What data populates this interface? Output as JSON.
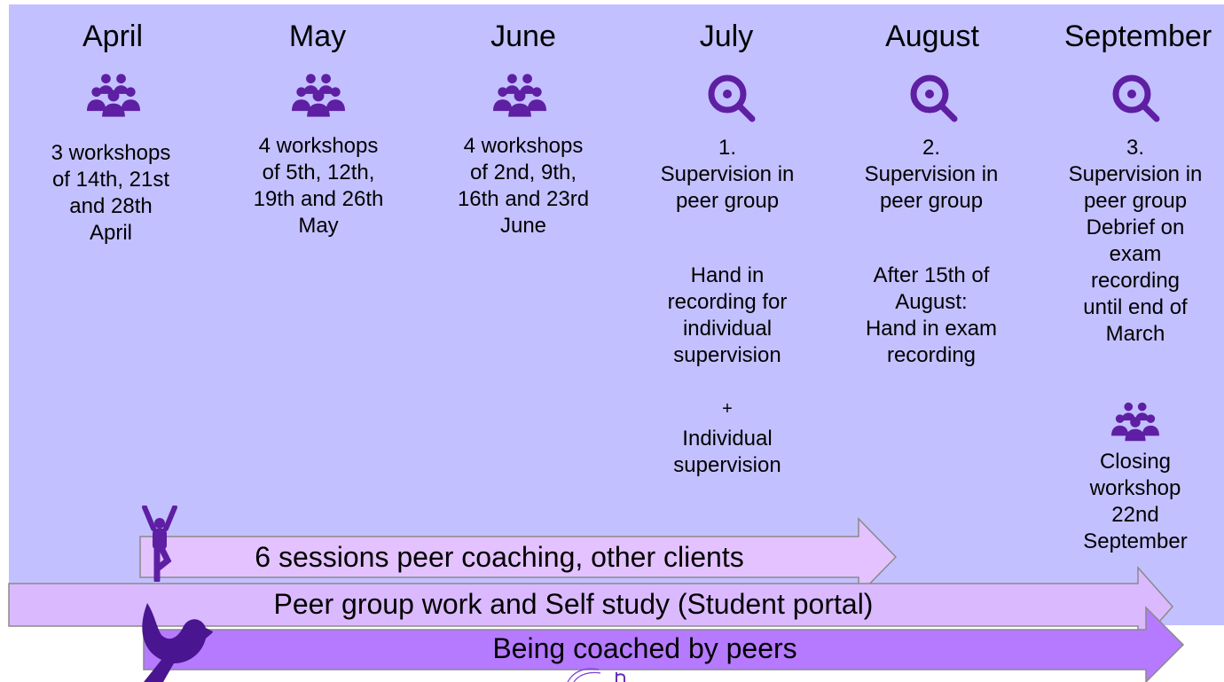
{
  "months": [
    "April",
    "May",
    "June",
    "July",
    "August",
    "September"
  ],
  "descriptions": {
    "april": "3 workshops\nof 14th, 21st\nand 28th\nApril",
    "may": "4 workshops\nof 5th, 12th,\n19th and 26th\nMay",
    "june": "4 workshops\nof 2nd, 9th,\n16th and 23rd\nJune",
    "july_top": "1.\nSupervision in\npeer group",
    "july_bottom": "Hand in\nrecording for\nindividual\nsupervision",
    "july_plus": "+",
    "july_extra": "Individual\nsupervision",
    "august_top": "2.\nSupervision in\npeer group",
    "august_bottom": "After 15th of\nAugust:\nHand in exam\nrecording",
    "september_top": "3.\nSupervision in\npeer group\nDebrief on\nexam\nrecording\nuntil end of\nMarch",
    "september_closing": "Closing\nworkshop\n22nd\nSeptember"
  },
  "arrows": {
    "peer_coaching": "6 sessions peer coaching, other clients",
    "peer_group": "Peer group work and Self study (Student portal)",
    "being_coached": "Being coached by peers"
  },
  "icons": {
    "workshop": "group-icon",
    "supervision": "magnifier-eye-icon",
    "person": "yoga-person-icon",
    "bird": "bird-icon"
  },
  "colors": {
    "background": "#c3c0ff",
    "icon": "#5e1fa3",
    "arrow_light": "#e3c2ff",
    "arrow_peer": "#dab9ff",
    "arrow_dark": "#b57aff"
  }
}
